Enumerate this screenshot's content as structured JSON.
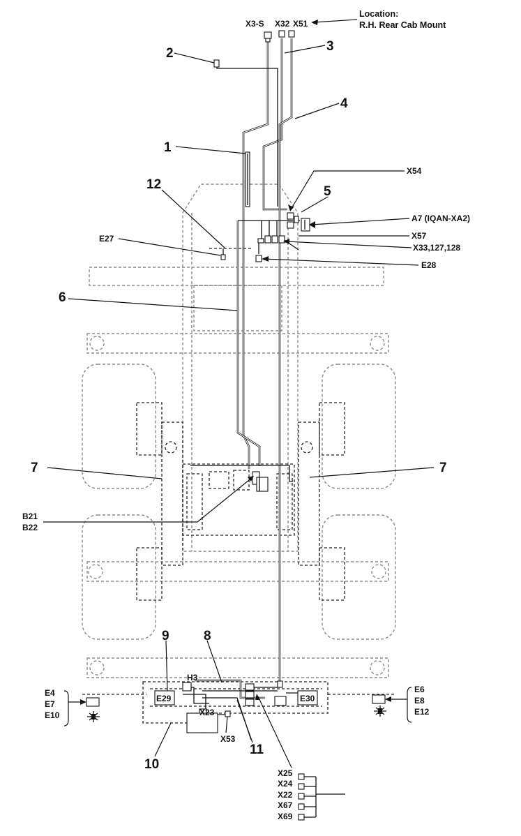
{
  "location": {
    "line1": "Location:",
    "line2": "R.H. Rear Cab Mount"
  },
  "callouts": {
    "c1": "1",
    "c2": "2",
    "c3": "3",
    "c4": "4",
    "c5": "5",
    "c6": "6",
    "c7_left": "7",
    "c7_right": "7",
    "c8": "8",
    "c9": "9",
    "c10": "10",
    "c11": "11",
    "c12": "12"
  },
  "connectors": {
    "x3s": "X3-S",
    "x32": "X32",
    "x51": "X51",
    "x54": "X54",
    "a7": "A7 (IQAN-XA2)",
    "x57": "X57",
    "x33": "X33,127,128",
    "e27": "E27",
    "e28": "E28",
    "b21": "B21",
    "b22": "B22",
    "h3": "H3",
    "e29": "E29",
    "e30": "E30",
    "x23": "X23",
    "x53": "X53",
    "left_lamps": [
      "E4",
      "E7",
      "E10"
    ],
    "right_lamps": [
      "E6",
      "E8",
      "E12"
    ],
    "bottom_list": [
      "X25",
      "X24",
      "X22",
      "X67",
      "X69"
    ]
  }
}
